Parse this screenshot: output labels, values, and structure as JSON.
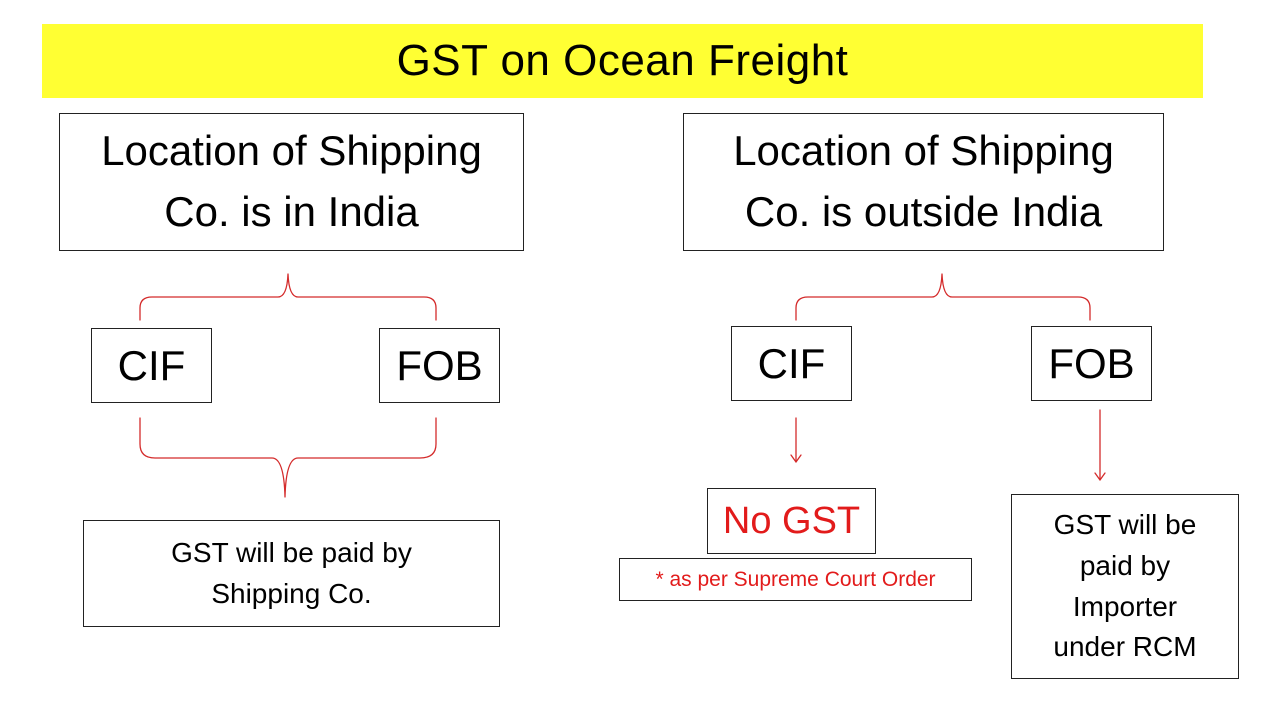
{
  "title": "GST on Ocean Freight",
  "colors": {
    "banner": "#ffff33",
    "connector": "#d42b2b",
    "highlight_text": "#e21b1b",
    "border": "#222222"
  },
  "left": {
    "heading_line1": "Location of Shipping",
    "heading_line2": "Co. is in India",
    "option_cif": "CIF",
    "option_fob": "FOB",
    "result_line1": "GST will be paid by",
    "result_line2": "Shipping Co."
  },
  "right": {
    "heading_line1": "Location of Shipping",
    "heading_line2": "Co. is outside India",
    "option_cif": "CIF",
    "option_fob": "FOB",
    "cif_result": "No GST",
    "cif_note": "* as per Supreme Court Order",
    "fob_result_line1": "GST will be",
    "fob_result_line2": "paid by",
    "fob_result_line3": "Importer",
    "fob_result_line4": "under RCM"
  }
}
